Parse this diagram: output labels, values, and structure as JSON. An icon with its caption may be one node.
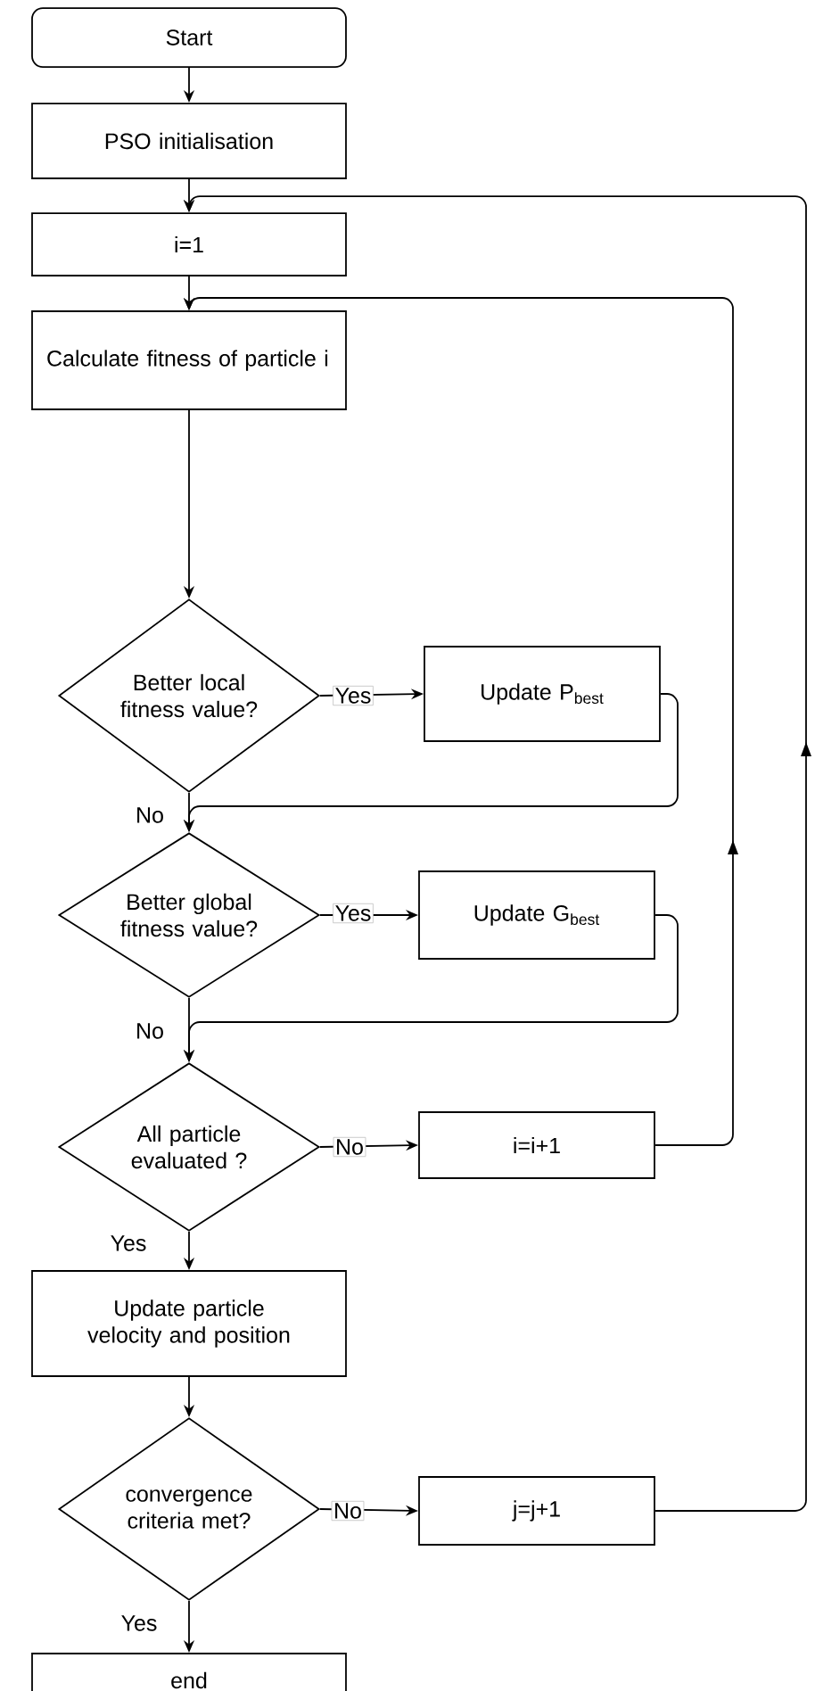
{
  "diagram": {
    "nodes": [
      {
        "text": [
          "Start"
        ]
      },
      {
        "text": [
          "PSO initialisation"
        ]
      },
      {
        "text": [
          "i=1"
        ]
      },
      {
        "text": [
          "Calculate fitness of particle i"
        ]
      },
      {
        "text": [
          "Better local fitness value?"
        ]
      },
      {
        "text": [
          "Update P$_{best}$"
        ]
      },
      {
        "text": [
          "Better global fitness value?"
        ]
      },
      {
        "text": [
          "Update G$_{best}$"
        ]
      },
      {
        "text": [
          "All particle evaluated ?"
        ]
      },
      {
        "text": [
          "i=i+1"
        ]
      },
      {
        "text": [
          "Update particle velocity and position"
        ]
      },
      {
        "text": [
          "convergence criteria met?"
        ]
      },
      {
        "text": [
          "j=j+1"
        ]
      },
      {
        "text": [
          "end"
        ]
      }
    ],
    "edges": [
      {
        "from": 0,
        "to": 1,
        "arrow": "to"
      },
      {
        "from": 1,
        "to": 2,
        "arrow": "to"
      },
      {
        "from": 2,
        "to": 3,
        "arrow": "to"
      },
      {
        "from": 3,
        "to": 4,
        "arrow": "to"
      },
      {
        "from": 4,
        "to": 5,
        "arrow": "to",
        "label": "Yes"
      },
      {
        "from": 4,
        "to": 6,
        "arrow": "to",
        "label": "No"
      },
      {
        "from": 5,
        "to": 6,
        "arrow": "to"
      },
      {
        "from": 6,
        "to": 7,
        "arrow": "to",
        "label": "Yes"
      },
      {
        "from": 6,
        "to": 8,
        "arrow": "to",
        "label": "No"
      },
      {
        "from": 7,
        "to": 8,
        "arrow": "to"
      },
      {
        "from": 8,
        "to": 9,
        "arrow": "to",
        "label": "No"
      },
      {
        "from": 8,
        "to": 10,
        "arrow": "to",
        "label": "Yes"
      },
      {
        "from": 9,
        "to": 3,
        "arrow": "to"
      },
      {
        "from": 10,
        "to": 11,
        "arrow": "to"
      },
      {
        "from": 11,
        "to": 12,
        "arrow": "to",
        "label": "No"
      },
      {
        "from": 11,
        "to": 13,
        "arrow": "to",
        "label": "Yes"
      },
      {
        "from": 12,
        "to": 2,
        "arrow": "to"
      }
    ]
  }
}
